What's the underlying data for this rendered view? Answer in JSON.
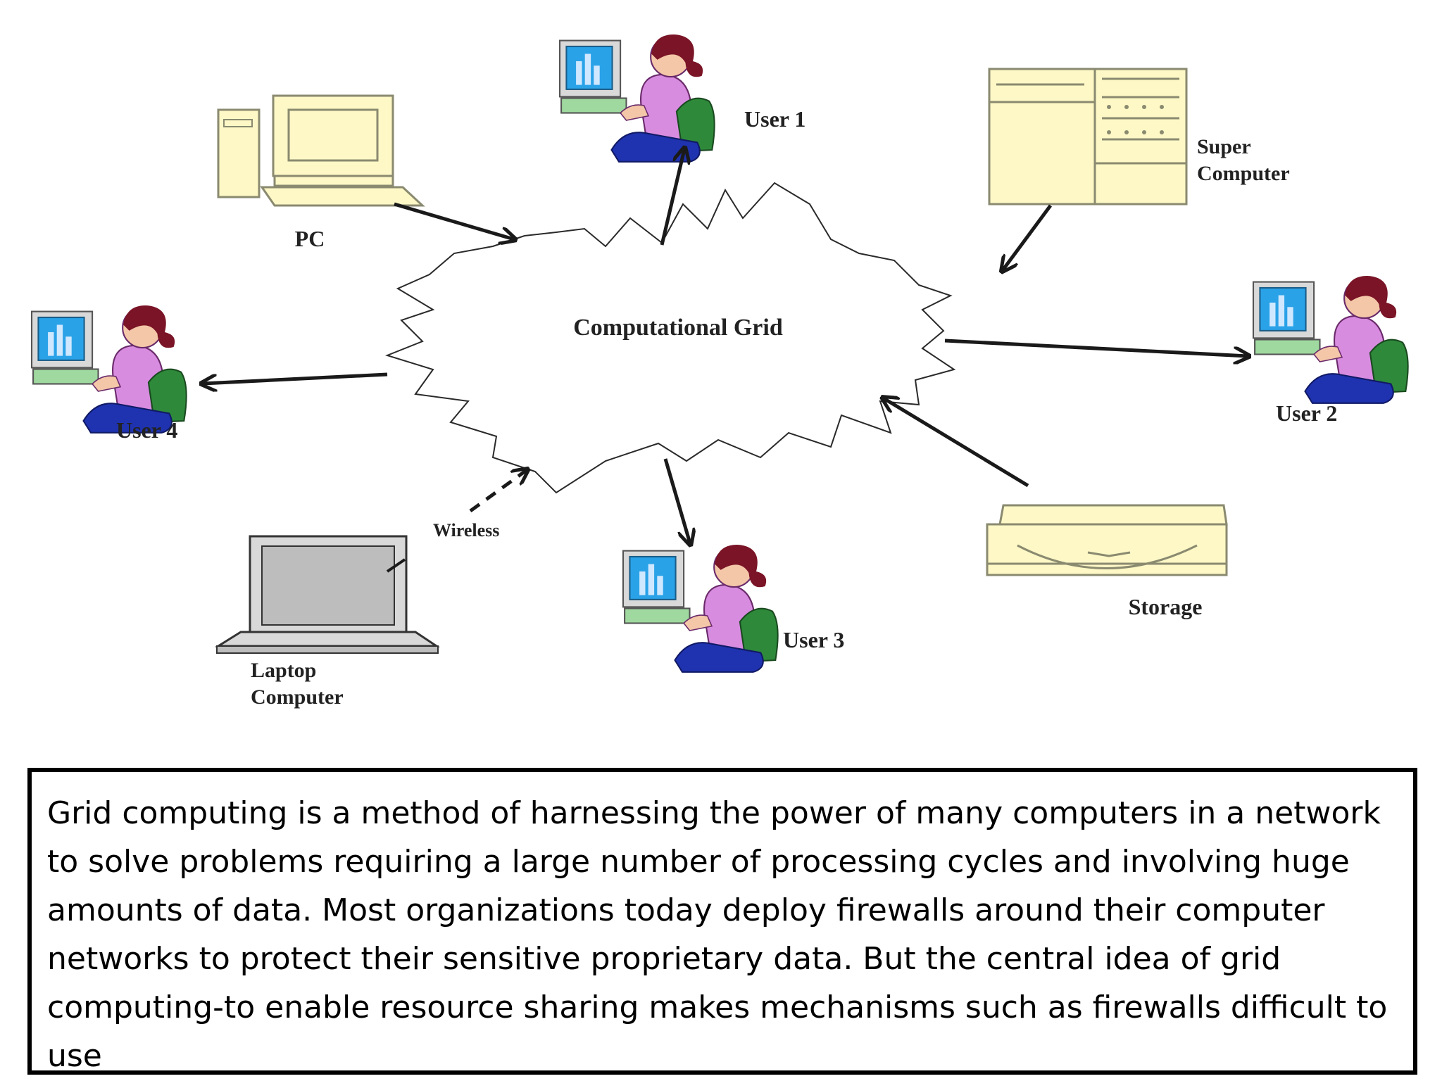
{
  "diagram": {
    "center_label": "Computational Grid",
    "nodes": {
      "pc": "PC",
      "user1": "User 1",
      "super_computer_line1": "Super",
      "super_computer_line2": "Computer",
      "user2": "User 2",
      "user4": "User 4",
      "user3": "User 3",
      "storage": "Storage",
      "laptop_line1": "Laptop",
      "laptop_line2": "Computer",
      "wireless": "Wireless"
    },
    "icons": {
      "pc": "desktop-computer-icon",
      "user": "user-at-computer-icon",
      "super_computer": "server-cabinet-icon",
      "storage": "disk-drive-icon",
      "laptop": "laptop-icon"
    },
    "colors": {
      "device_fill": "#fdf8c6",
      "device_stroke": "#8a8a70",
      "person_top": "#d88ce0",
      "person_hair": "#7a1426",
      "person_pants": "#1f33b0",
      "chair": "#2e8a3a",
      "monitor_screen": "#2aa2e8",
      "arrow": "#1a1a1a"
    }
  },
  "caption": {
    "text": "Grid computing is a method of harnessing the power of many computers in a network to solve problems requiring a large number of processing cycles and involving huge amounts of data. Most organizations today deploy firewalls around their computer networks to protect their sensitive proprietary data. But the central idea of grid computing-to enable resource sharing makes mechanisms such as firewalls difficult to use"
  }
}
